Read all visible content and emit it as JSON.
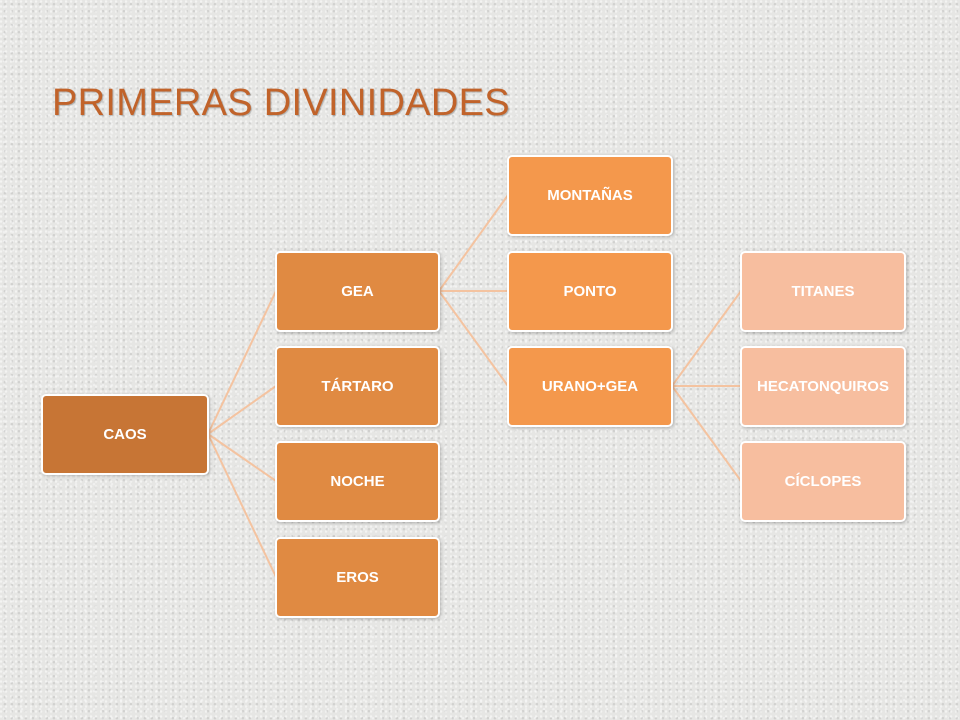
{
  "title": "PRIMERAS DIVINIDADES",
  "colors": {
    "title": "#c1632a",
    "level0": "#c77535",
    "level1": "#e08a42",
    "level2": "#f4984c",
    "level3": "#f7be9f",
    "connector": "#f4c3a0"
  },
  "tree": {
    "root": "CAOS",
    "children_of_caos": [
      "GEA",
      "TÁRTARO",
      "NOCHE",
      "EROS"
    ],
    "children_of_gea": [
      "MONTAÑAS",
      "PONTO",
      "URANO+GEA"
    ],
    "children_of_urano_gea": [
      "TITANES",
      "HECATONQUIROS",
      "CÍCLOPES"
    ]
  }
}
